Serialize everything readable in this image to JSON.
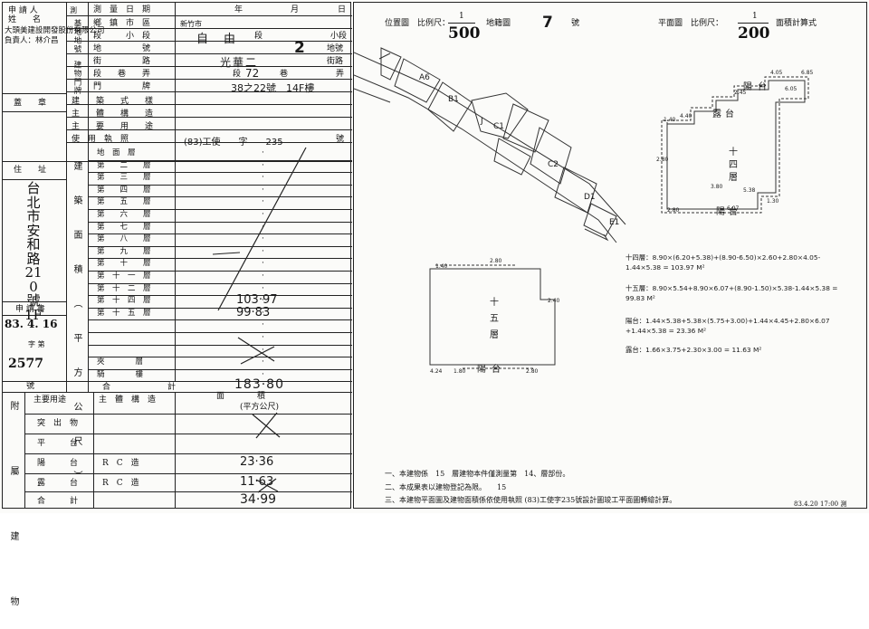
{
  "left": {
    "applicant_label": "申 請 人\n姓　　名",
    "applicant_name": "大頭美建設開發股份有限公司\n負責人：林介昌",
    "seal_label": "蓋　　章",
    "address_label": "住　　址",
    "address_value": "台北市安和路210號1F",
    "apply_date_label": "申 請 書",
    "apply_date_value": "83. 4. 16",
    "apply_no_label": "字 第",
    "apply_no_value": "2577",
    "apply_no_suffix": "號",
    "survey_date_label": "測　量　日　期",
    "year_label": "年",
    "month_label": "月",
    "day_label": "日",
    "site_label": "基地地號",
    "rows": {
      "district": "鄉　鎮　市　區",
      "section": "段　　　小　段",
      "lot": "地　　　　　號",
      "doorplate_label": "建物門牌",
      "street": "街　　　　　路",
      "lane": "段　　巷　　弄",
      "door": "門　　　　　牌",
      "style": "建　　築　　式　　樣",
      "structure": "主　　體　　構　　造",
      "use": "主　　要　　用　　途",
      "permit": "使　用　執　照"
    },
    "values": {
      "district": "新竹市",
      "section": "自　由",
      "section_suffix_1": "段",
      "section_suffix_2": "小段",
      "lot": "2",
      "lot_suffix": "地號",
      "street": "光華二",
      "street_suffix": "街路",
      "lane_prefix": "段",
      "lane": "72",
      "lane_mid": "巷",
      "lane_suffix": "弄",
      "door": "38之22號　14F樓",
      "permit": "(83)工使　　字　　235",
      "permit_suffix": "號"
    },
    "area_group_label": "建築面積（平方公尺）",
    "floors": [
      "地　面　層",
      "第　　二　　層",
      "第　　三　　層",
      "第　　四　　層",
      "第　　五　　層",
      "第　　六　　層",
      "第　　七　　層",
      "第　　八　　層",
      "第　　九　　層",
      "第　　十　　層",
      "第　十　一　層",
      "第　十　二　層",
      "第　十　四　層",
      "第　十　五　層",
      "",
      "",
      "",
      "夾　　　　層",
      "騎　　　　樓"
    ],
    "floor_values": [
      "",
      "",
      "",
      "",
      "",
      "",
      "",
      "",
      "",
      "",
      "",
      "",
      "103·97",
      "99·83",
      "",
      "",
      "",
      "",
      ""
    ],
    "total_label": "合　　　　　　　計",
    "total_value": "183·80",
    "annex_label": "附　屬　建　物",
    "annex_header": [
      "主要用途",
      "主　體　構　造",
      "面　　　　積",
      "(平方公尺)"
    ],
    "annex_rows": [
      {
        "use": "突　出　物",
        "structure": "",
        "area": ""
      },
      {
        "use": "平　　　台",
        "structure": "",
        "area": ""
      },
      {
        "use": "陽　　　台",
        "structure": "R　C　造",
        "area": "23·36"
      },
      {
        "use": "露　　　台",
        "structure": "R　C　造",
        "area": "11·63"
      },
      {
        "use": "",
        "structure": "",
        "area": ""
      }
    ],
    "annex_total_label": "合　　　計",
    "annex_total_value": "34·99"
  },
  "right": {
    "location_title": "位置圖　比例尺：",
    "location_scale_num": "1",
    "location_scale_den": "500",
    "cadastral_label": "地籍圖",
    "cadastral_no": "7",
    "cadastral_suffix": "號",
    "plan_title": "平面圖　比例尺：",
    "plan_scale_num": "1",
    "plan_scale_den": "200",
    "plan_suffix": "面積計算式",
    "parcels": [
      "A6",
      "B1",
      "C1",
      "C2",
      "D1",
      "E1",
      "J"
    ],
    "plan_labels": [
      "十",
      "四",
      "層",
      "十",
      "五",
      "層",
      "陽",
      "台",
      "露",
      "台",
      "陽",
      "台",
      "陽",
      "台"
    ],
    "dims": [
      "4.05",
      "6.85",
      "6.05",
      "2.45",
      "4.40",
      "1.40",
      "2.80",
      "3.80",
      "5.38",
      "1.30",
      "2.80",
      "6.07",
      "1.40",
      "2.80",
      "4.24",
      "1.80",
      "2.80",
      "2.40"
    ],
    "formulas": [
      "十四層：8.90×(6.20+5.38)+(8.90-6.50)×2.60+2.80×4.05-1.44×5.38 = 103.97 M²",
      "十五層：8.90×5.54+8.90×6.07+(8.90-1.50)×5.38-1.44×5.38 = 99.83 M²",
      "陽台：1.44×5.38+5.38×(5.75+3.00)+1.44×4.45+2.80×6.07 +1.44×5.38 = 23.36 M²",
      "露台：1.66×3.75+2.30×3.00 = 11.63 M²"
    ],
    "notes": [
      "一、本建物係　15　層建物本件僅測量第　14、層部份。",
      "二、本成果表以建物登記為限。　　15",
      "三、本建物平面圖及建物面積係依使用執照 (83)工使字235號設計圖竣工平面圖轉繪計算。"
    ],
    "footer": "83.4.20 17:00 測"
  }
}
